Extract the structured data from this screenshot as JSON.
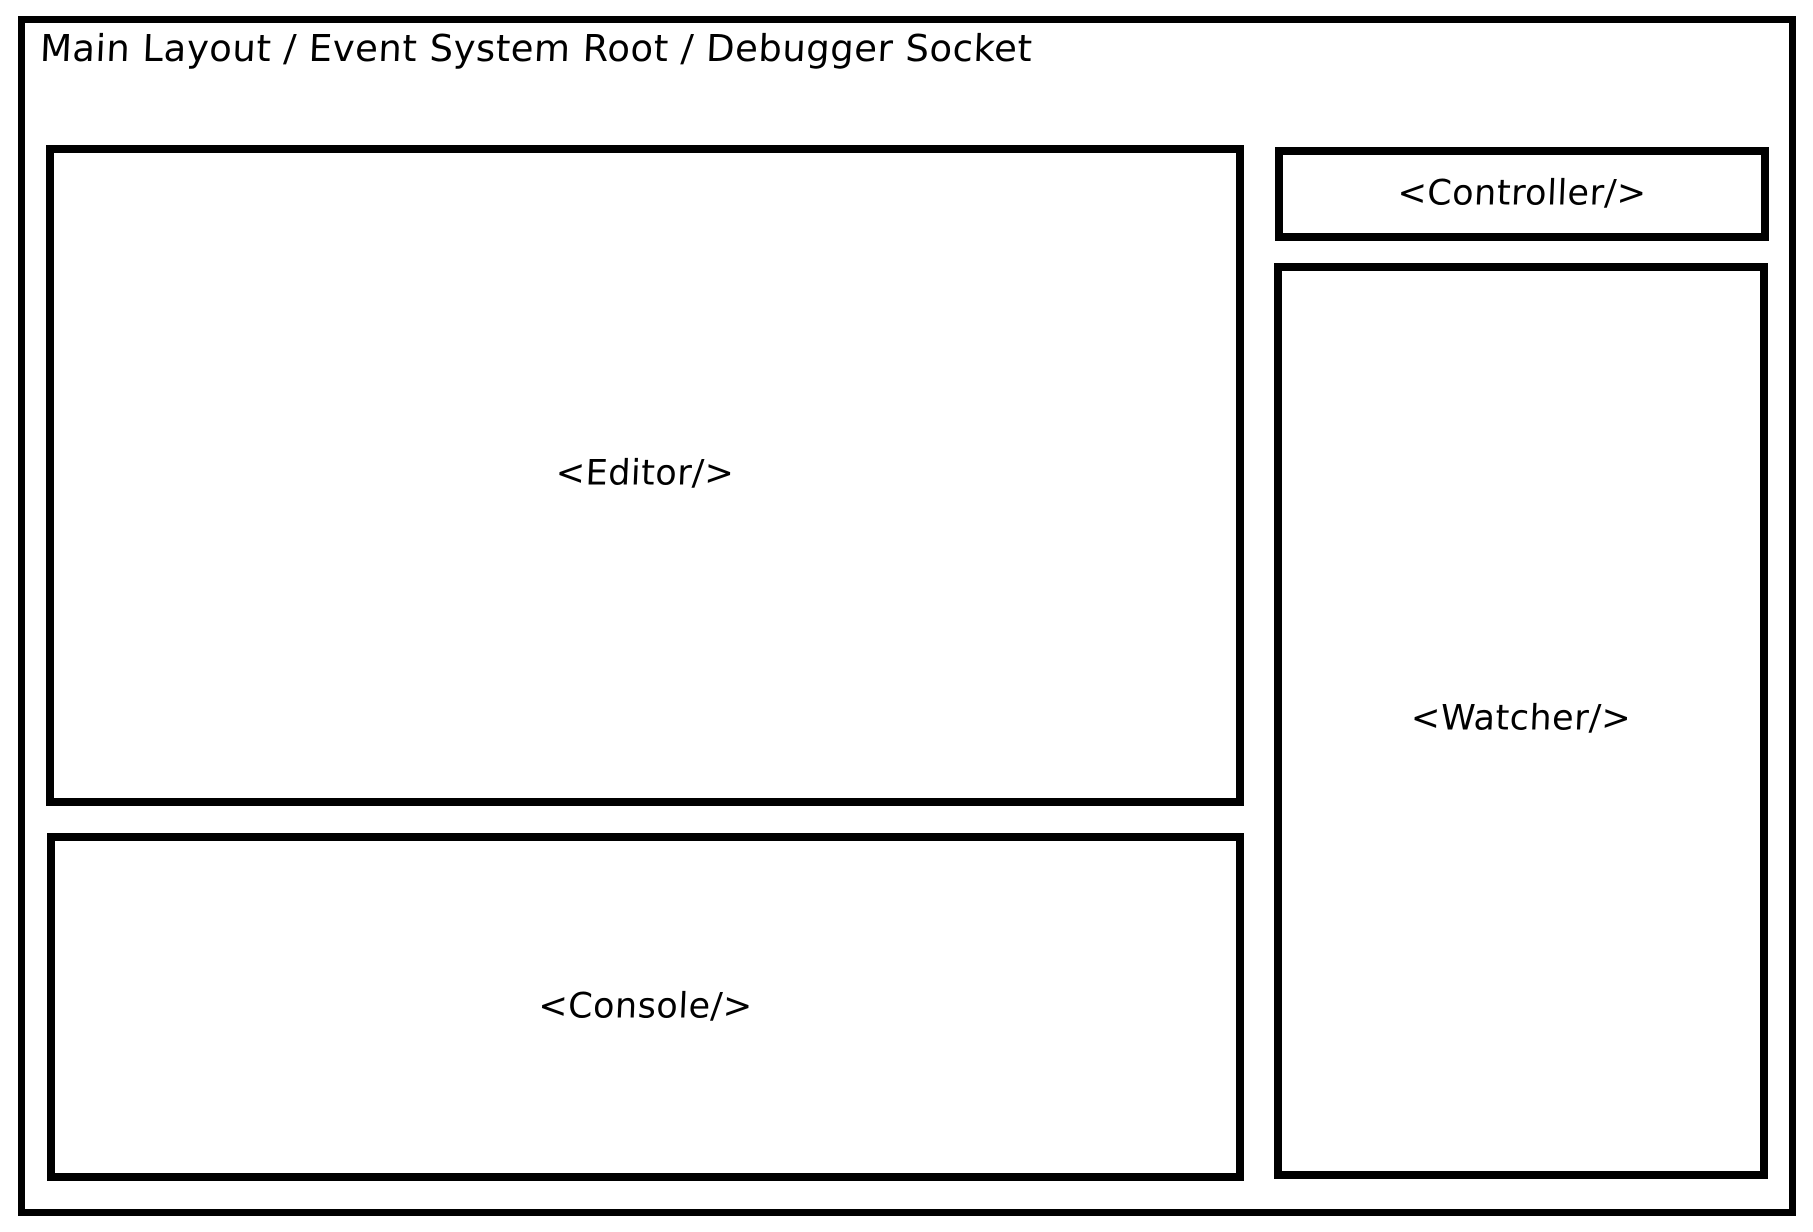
{
  "diagram": {
    "kind": "hand-drawn-wireframe",
    "background_color": "#ffffff",
    "stroke_color": "#000000",
    "frame": {
      "title": "Main Layout / Event System Root / Debugger Socket"
    },
    "panels": [
      {
        "id": "editor",
        "label": "<Editor/>",
        "region": "main-left-top"
      },
      {
        "id": "console",
        "label": "<Console/>",
        "region": "main-left-bottom"
      },
      {
        "id": "controller",
        "label": "<Controller/>",
        "region": "sidebar-top"
      },
      {
        "id": "watcher",
        "label": "<Watcher/>",
        "region": "sidebar-body"
      }
    ]
  }
}
